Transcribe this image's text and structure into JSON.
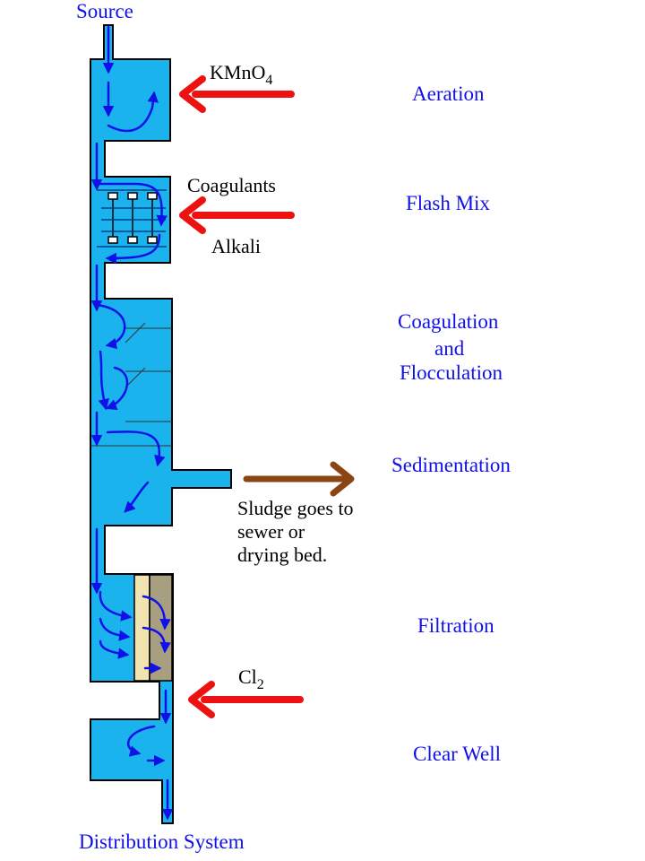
{
  "labels": {
    "source": "Source",
    "distribution": "Distribution System",
    "chemical_kmno4": "KMnO",
    "chemical_kmno4_sub": "4",
    "chemical_coagulants": "Coagulants",
    "chemical_alkali": "Alkali",
    "chemical_cl": "Cl",
    "chemical_cl_sub": "2",
    "sludge_line1": "Sludge goes to",
    "sludge_line2": "sewer or",
    "sludge_line3": "drying bed."
  },
  "stages": {
    "aeration": "Aeration",
    "flash_mix": "Flash Mix",
    "coag_line1": "Coagulation",
    "coag_line2": "and",
    "coag_line3": "Flocculation",
    "sedimentation": "Sedimentation",
    "filtration": "Filtration",
    "clear_well": "Clear Well"
  },
  "colors": {
    "water": "#1ab3ee",
    "flow": "#1010e8",
    "chemical_arrow": "#ee1111",
    "sludge_arrow": "#8b4513",
    "filter_sand": "#f2e4b0",
    "filter_media": "#a89e80"
  }
}
